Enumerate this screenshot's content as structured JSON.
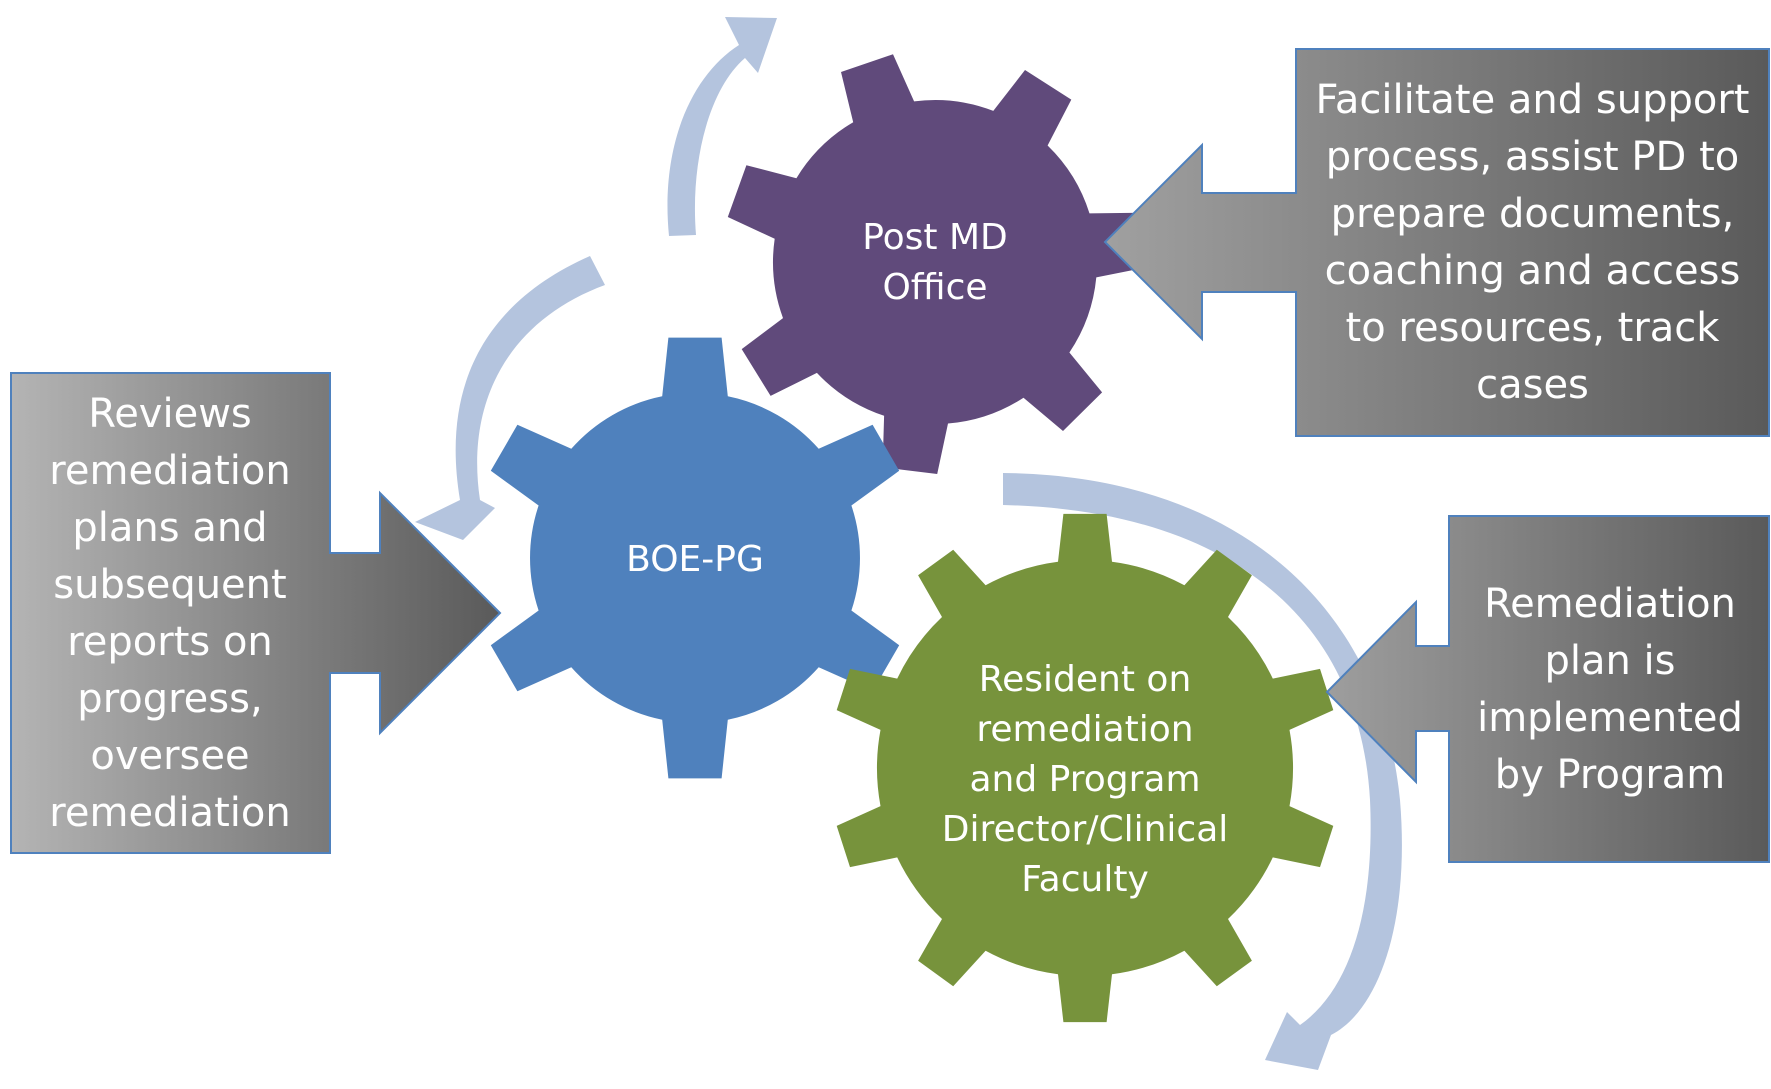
{
  "gears": {
    "post_md": {
      "label": "Post MD\nOffice",
      "color": "#604a7b"
    },
    "boe": {
      "label": "BOE-PG",
      "color": "#4f81bd"
    },
    "resident": {
      "label": "Resident on\nremediation\nand Program\nDirector/Clinical\nFaculty",
      "color": "#77933c"
    }
  },
  "callouts": {
    "post_md": {
      "text": "Facilitate and support\nprocess, assist PD to\nprepare documents,\ncoaching and access\nto resources, track\ncases"
    },
    "boe": {
      "text": "Reviews\nremediation\nplans and\nsubsequent\nreports on\nprogress,\noversee\nremediation"
    },
    "resident": {
      "text": "Remediation\nplan is\nimplemented\nby Program"
    }
  },
  "colors": {
    "cycle_arrow": "#b4c4de",
    "callout_border": "#4f81bd",
    "callout_dark": "#5a5a5a",
    "callout_light": "#b4b4b4"
  }
}
